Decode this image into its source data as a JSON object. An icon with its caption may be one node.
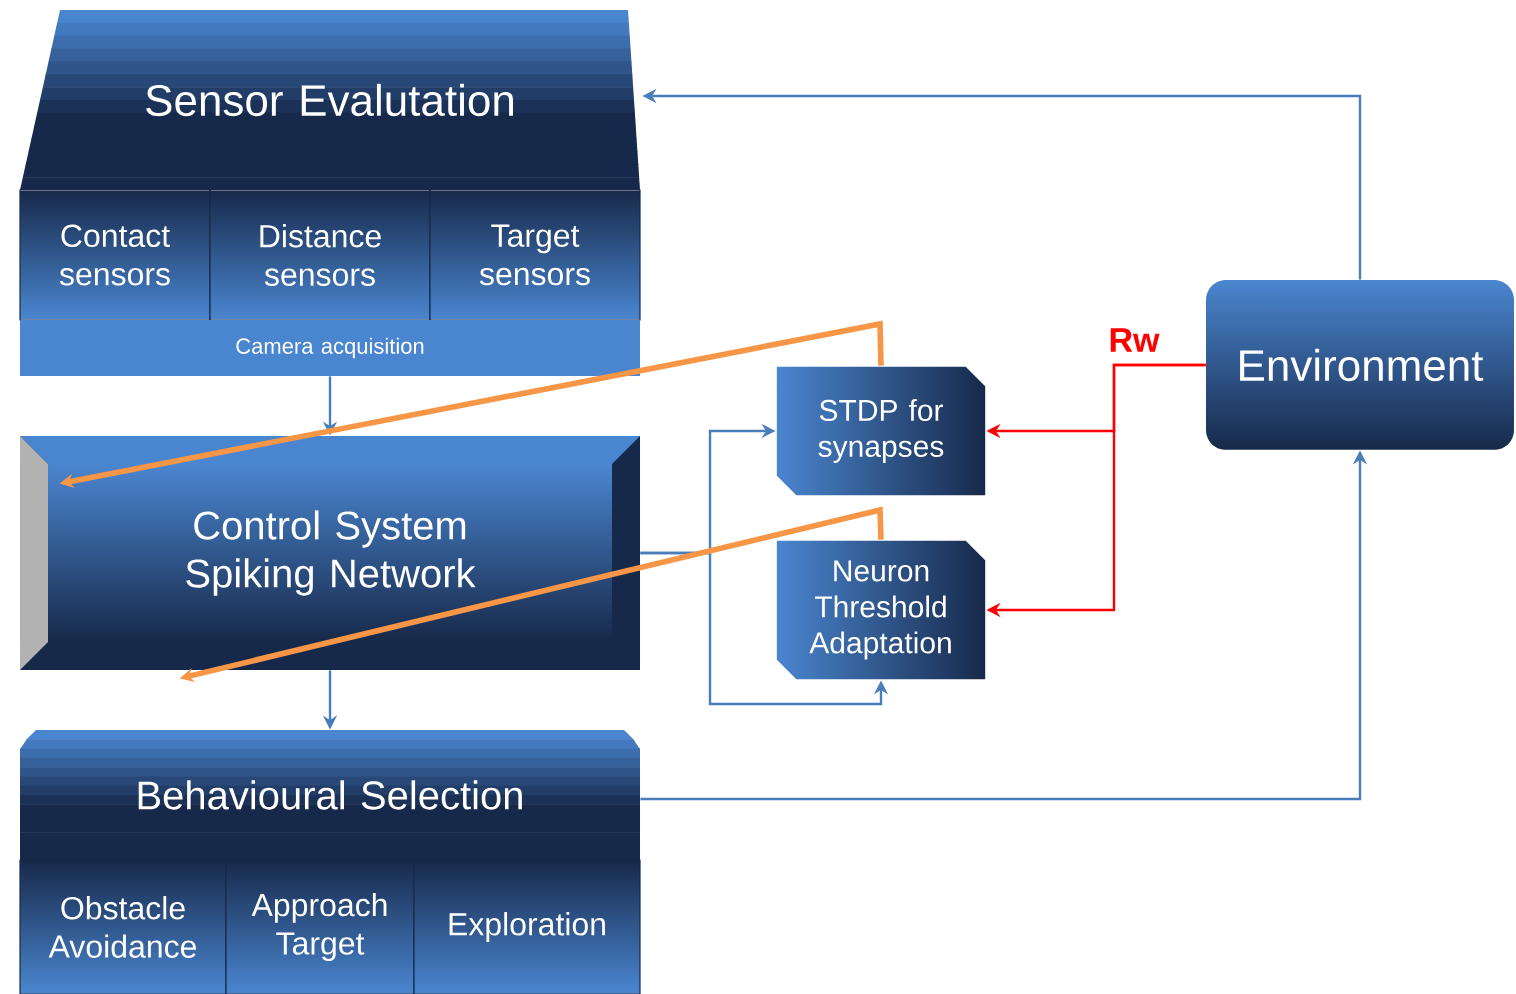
{
  "diagram": {
    "nodes": [
      {
        "text": [
          "Sensor Evalutation"
        ]
      },
      {
        "text": [
          "Contact sensors"
        ]
      },
      {
        "text": [
          "Distance sensors"
        ]
      },
      {
        "text": [
          "Target sensors"
        ]
      },
      {
        "text": [
          "Camera acquisition"
        ]
      },
      {
        "text": [
          "Control System Spiking Network"
        ]
      },
      {
        "text": [
          "STDP for synapses"
        ]
      },
      {
        "text": [
          "Neuron Threshold Adaptation"
        ]
      },
      {
        "text": [
          "Environment"
        ]
      },
      {
        "text": [
          "Behavioural Selection"
        ]
      },
      {
        "text": [
          "Obstacle Avoidance"
        ]
      },
      {
        "text": [
          "Approach Target"
        ]
      },
      {
        "text": [
          "Exploration"
        ]
      }
    ],
    "edges": [
      {
        "from": 8,
        "to": 0,
        "arrow": "to"
      },
      {
        "from": 4,
        "to": 5,
        "arrow": "to"
      },
      {
        "from": 5,
        "to": 6,
        "arrow": "to"
      },
      {
        "from": 5,
        "to": 7,
        "arrow": "to"
      },
      {
        "from": 5,
        "to": 9,
        "arrow": "to"
      },
      {
        "from": 9,
        "to": 8,
        "arrow": "to"
      },
      {
        "from": 8,
        "to": 6,
        "arrow": "to",
        "color": "#ff0000",
        "label": "Rw"
      },
      {
        "from": 8,
        "to": 7,
        "arrow": "to",
        "color": "#ff0000"
      },
      {
        "from": 6,
        "to": 5,
        "arrow": "to",
        "color": "#f79646",
        "style": "thick"
      },
      {
        "from": 7,
        "to": 5,
        "arrow": "to",
        "color": "#f79646",
        "style": "thick"
      }
    ]
  }
}
